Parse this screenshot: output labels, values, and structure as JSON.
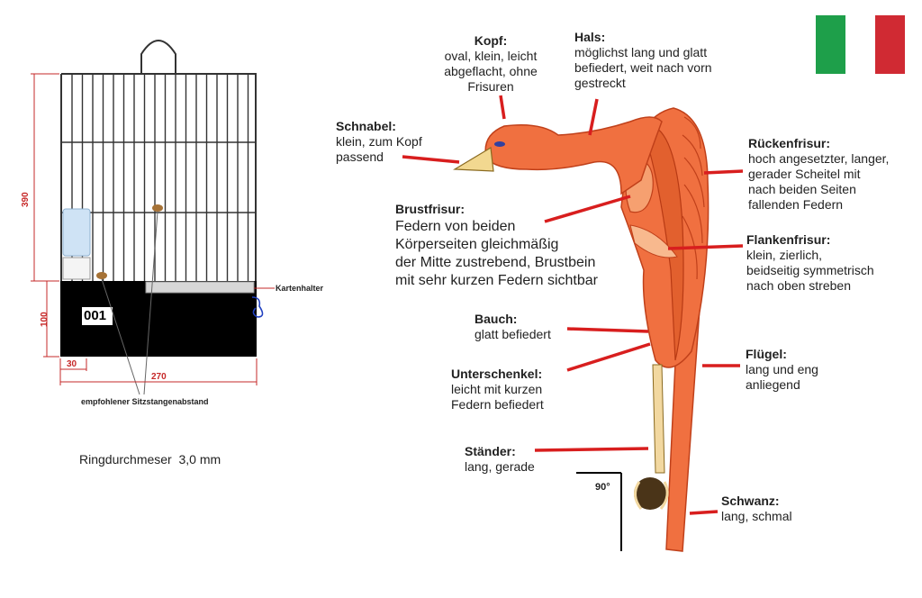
{
  "colors": {
    "leader": "#d81e1e",
    "bird": "#f07040",
    "bird_stroke": "#c0401a",
    "dim_red": "#c62828",
    "flag_green": "#1e9f4a",
    "flag_red": "#d02a33"
  },
  "cage": {
    "dims": {
      "height": "390",
      "base_height": "100",
      "offset": "30",
      "width": "270"
    },
    "card_holder_label": "Kartenhalter",
    "number": "001",
    "perch_note": "empfohlener Sitzstangenabstand"
  },
  "ring_text": "Ringdurchmeser  3,0 mm",
  "angle_label": "90°",
  "labels": {
    "kopf": {
      "title": "Kopf:",
      "lines": [
        "oval, klein, leicht",
        "abgeflacht, ohne",
        "Frisuren"
      ]
    },
    "hals": {
      "title": "Hals:",
      "lines": [
        "möglichst lang und glatt",
        "befiedert, weit nach vorn",
        "gestreckt"
      ]
    },
    "schnabel": {
      "title": "Schnabel:",
      "lines": [
        "klein, zum Kopf",
        "passend"
      ]
    },
    "rueckenfrisur": {
      "title": "Rückenfrisur:",
      "lines": [
        "hoch angesetzter, langer,",
        "gerader Scheitel mit",
        "nach beiden Seiten",
        "fallenden Federn"
      ]
    },
    "brustfrisur": {
      "title": "Brustfrisur:",
      "lines": [
        "Federn von beiden",
        "Körperseiten gleichmäßig",
        "der Mitte zustrebend, Brustbein",
        "mit sehr kurzen Federn sichtbar"
      ]
    },
    "flankenfrisur": {
      "title": "Flankenfrisur:",
      "lines": [
        "klein, zierlich,",
        "beidseitig symmetrisch",
        "nach oben streben"
      ]
    },
    "bauch": {
      "title": "Bauch:",
      "lines": [
        "glatt befiedert"
      ]
    },
    "fluegel": {
      "title": "Flügel:",
      "lines": [
        "lang und eng",
        "anliegend"
      ]
    },
    "unterschenkel": {
      "title": "Unterschenkel:",
      "lines": [
        "leicht mit kurzen",
        "Federn befiedert"
      ]
    },
    "staender": {
      "title": "Ständer:",
      "lines": [
        "lang, gerade"
      ]
    },
    "schwanz": {
      "title": "Schwanz:",
      "lines": [
        "lang, schmal"
      ]
    }
  }
}
